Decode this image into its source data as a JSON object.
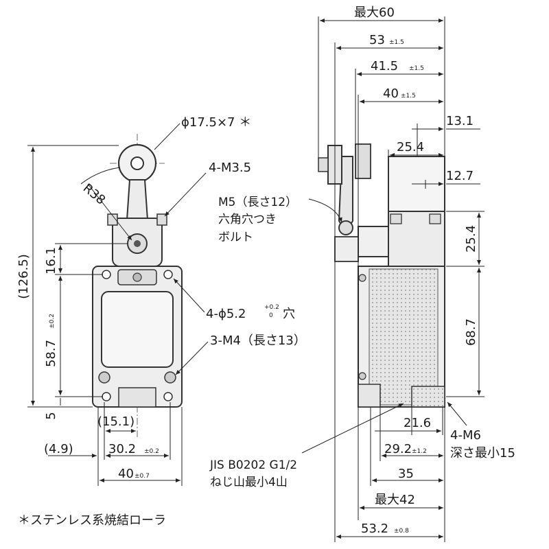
{
  "front": {
    "roller": "ϕ17.5×7 ＊",
    "screws_top": "4-M3.5",
    "radius": "R38",
    "overall_height": "(126.5)",
    "dim_16": "16.1",
    "dim_58": "58.7",
    "dim_58_tol": "±0.2",
    "dim_5": "5",
    "holes": "4-ϕ5.2",
    "holes_tol_upper": "+0.2",
    "holes_tol_lower": "0",
    "holes_suffix": "穴",
    "screws_side": "3-M4（長さ13）",
    "dim_15": "(15.1)",
    "dim_4_9": "(4.9)",
    "dim_30": "30.2",
    "dim_30_tol": "±0.2",
    "dim_40": "40",
    "dim_40_tol": "±0.7"
  },
  "side": {
    "max60": "最大60",
    "dim_53": "53",
    "dim_53_tol": "±1.5",
    "dim_41": "41.5",
    "dim_41_tol": "±1.5",
    "dim_40": "40",
    "dim_40_tol": "±1.5",
    "dim_13_1": "13.1",
    "dim_25_4_top": "25.4",
    "dim_12_7": "12.7",
    "bolt_line1": "M5（長さ12）",
    "bolt_line2": "六角穴つき",
    "bolt_line3": "ボルト",
    "dim_25_4_side": "25.4",
    "dim_68_7": "68.7",
    "dim_21_6": "21.6",
    "m6_line1": "4-M6",
    "m6_line2": "深さ最小15",
    "dim_29_2": "29.2",
    "dim_29_2_tol": "±1.2",
    "jis_line1": "JIS B0202 G1/2",
    "jis_line2": "ねじ山最小4山",
    "dim_35": "35",
    "max42": "最大42",
    "dim_53_2": "53.2",
    "dim_53_2_tol": "±0.8"
  },
  "footnote": "＊ステンレス系焼結ローラ"
}
